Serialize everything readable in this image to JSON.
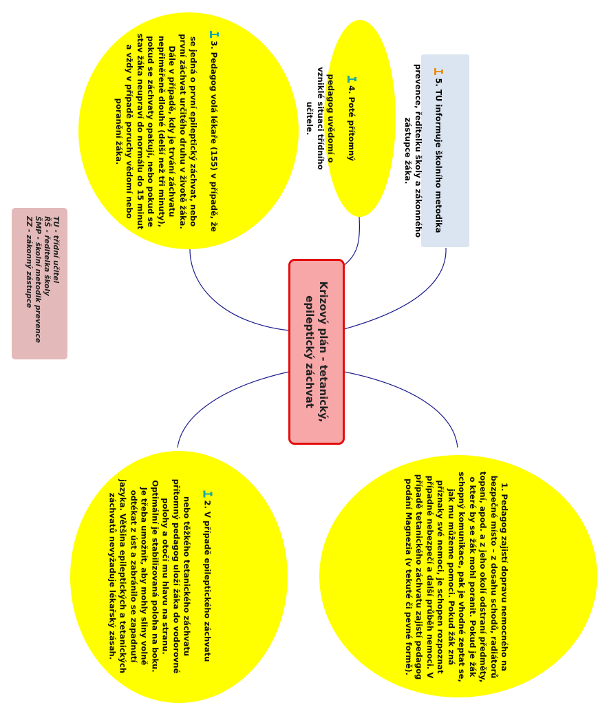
{
  "title": "Krizový plán - tetanický, epileptický záchvat",
  "legend": [
    "TU - třídní učitel",
    "ŘŠ - ředitelka školy",
    "ŠMP - školní metodik prevence",
    "ZZ - zákonný zástupce"
  ],
  "nodes": {
    "step1": "1. Pedagog zajistí dopravu nemocného na bezpečné místo – z dosahu schodů, radiátorů topení, apod. a z jeho okolí odstraní předměty, o které by se žák mohl poranit. Pokud je žák schopný komunikace, pak je vhodné zeptat se, jak mu můžeme pomoci. Pokud žák zná příznaky své nemoci, je schopen rozpoznat případné nebezpečí a další průběh nemoci. V případě tetanického záchvatu zajistí pedagog podání Magnezia (v tekuté či pevné formě).",
    "step2": "2. V případě epileptického záchvatu nebo těžkého tetanického záchvatu přítomný pedagog uloží žáka do vodorovné polohy a otočí mu hlavu na stranu. Optimální je stabilizovaná poloha na boku. Je třeba umožnit, aby mohly sliny volně odtékat z úst a zabránilo se zapadnutí jazyka. Většina epileptických a tetanických záchvatů nevyžaduje lékařský zásah.",
    "step3": "3. Pedagog volá lékaře (155) v případě, že se jedná o první epileptický záchvat, nebo první záchvat určitého druhu v životě žáka. Dále v případě, kdy je trvání záchvatu nepřiměřeně dlouhé (delší než tři minuty), pokud se záchvaty opakují, nebo pokud se stav žáka neupraví do normálu do 15 minut a vždy v případě poruchy vědomí nebo poranění žáka.",
    "step4": "4. Poté přítomný pedagog uvědomí o vzniklé situaci třídního učitele.",
    "step5": "5. TU informuje školního metodika prevence, ředitelku školy a zákonného zástupce žáka."
  },
  "colors": {
    "node_fill": "#ffff00",
    "center_fill": "#f7a7a8",
    "center_border": "#e30d0d",
    "legend_fill": "#e4b9b9",
    "note_fill": "#dbe5f1",
    "connector": "#1a1a8c",
    "pin_teal": "#18a8a8",
    "pin_orange": "#e8901a"
  },
  "icons": {
    "step2": "pin-icon",
    "step3": "pin-icon",
    "step4": "pin-icon",
    "step5": "pin-icon"
  }
}
